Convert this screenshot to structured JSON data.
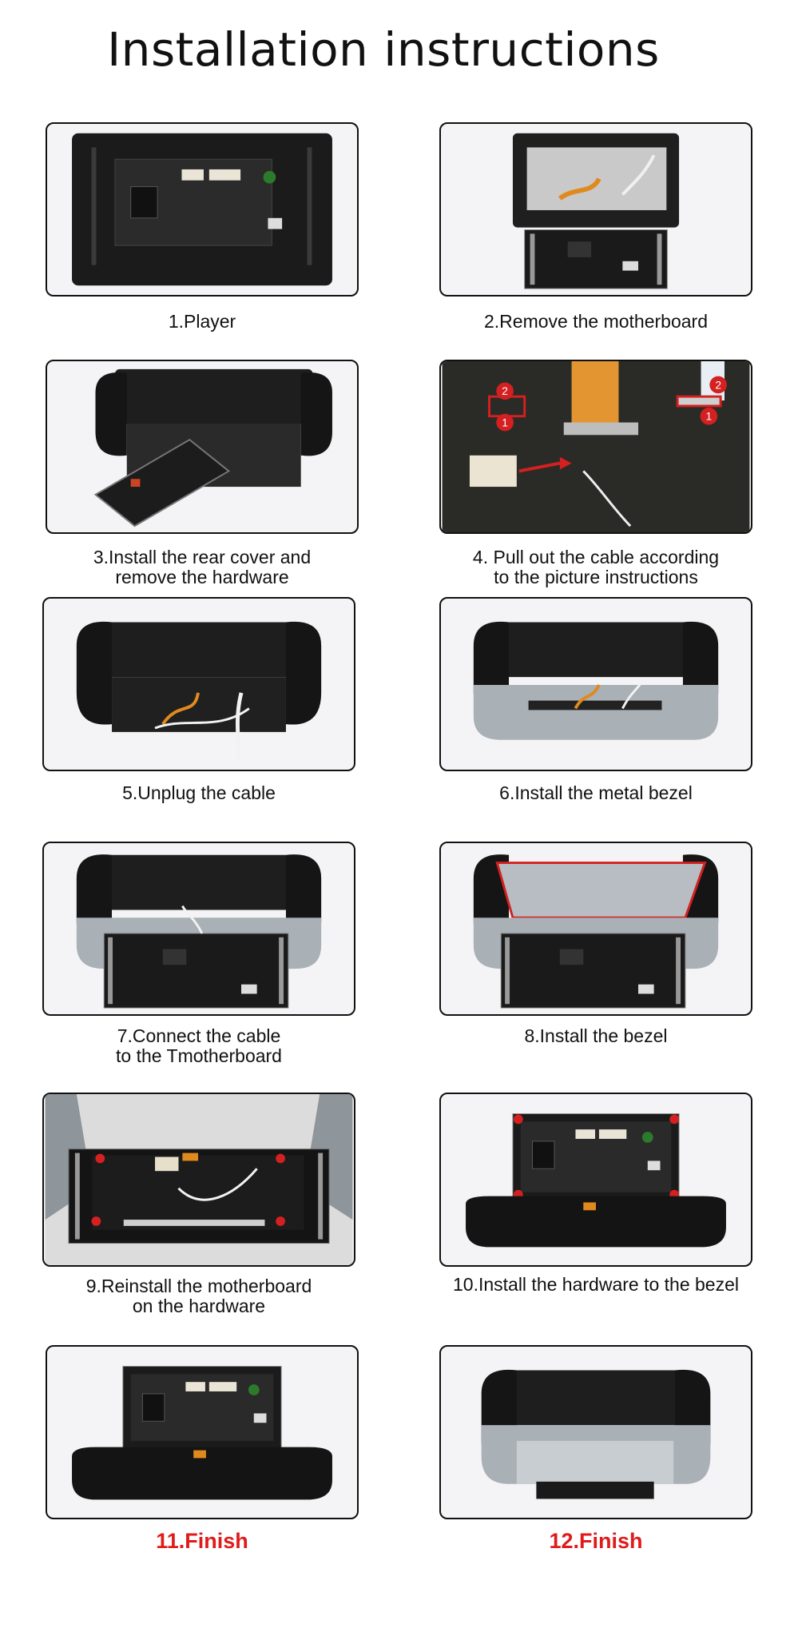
{
  "title": "Installation instructions",
  "steps": [
    {
      "id": 1,
      "lines": [
        "1.Player"
      ],
      "photo_icon": "car-stereo-back-icon"
    },
    {
      "id": 2,
      "lines": [
        "2.Remove the motherboard"
      ],
      "photo_icon": "motherboard-removed-icon"
    },
    {
      "id": 3,
      "lines": [
        "3.Install the rear cover and",
        "remove the hardware"
      ],
      "photo_icon": "rear-cover-icon"
    },
    {
      "id": 4,
      "lines": [
        "4. Pull out the cable according",
        "to the picture instructions"
      ],
      "photo_icon": "cable-closeup-icon"
    },
    {
      "id": 5,
      "lines": [
        "5.Unplug the cable"
      ],
      "photo_icon": "unplug-cable-icon"
    },
    {
      "id": 6,
      "lines": [
        "6.Install the metal bezel"
      ],
      "photo_icon": "metal-bezel-icon"
    },
    {
      "id": 7,
      "lines": [
        "7.Connect the cable",
        "to the Tmotherboard"
      ],
      "photo_icon": "connect-cable-icon"
    },
    {
      "id": 8,
      "lines": [
        "8.Install the bezel"
      ],
      "photo_icon": "install-bezel-icon"
    },
    {
      "id": 9,
      "lines": [
        "9.Reinstall the motherboard",
        "on the hardware"
      ],
      "photo_icon": "reinstall-motherboard-icon"
    },
    {
      "id": 10,
      "lines": [
        "10.Install the hardware to the bezel"
      ],
      "photo_icon": "hardware-to-bezel-icon"
    },
    {
      "id": 11,
      "lines": [
        "11.Finish"
      ],
      "photo_icon": "finish-front-icon",
      "highlight": true
    },
    {
      "id": 12,
      "lines": [
        "12.Finish"
      ],
      "photo_icon": "finish-rear-icon",
      "highlight": true
    }
  ],
  "callouts": {
    "marker_1": "1",
    "marker_2": "2"
  },
  "colors": {
    "finish_text": "#e01b1b",
    "callout_red": "#d42020",
    "frame": "#111111"
  }
}
